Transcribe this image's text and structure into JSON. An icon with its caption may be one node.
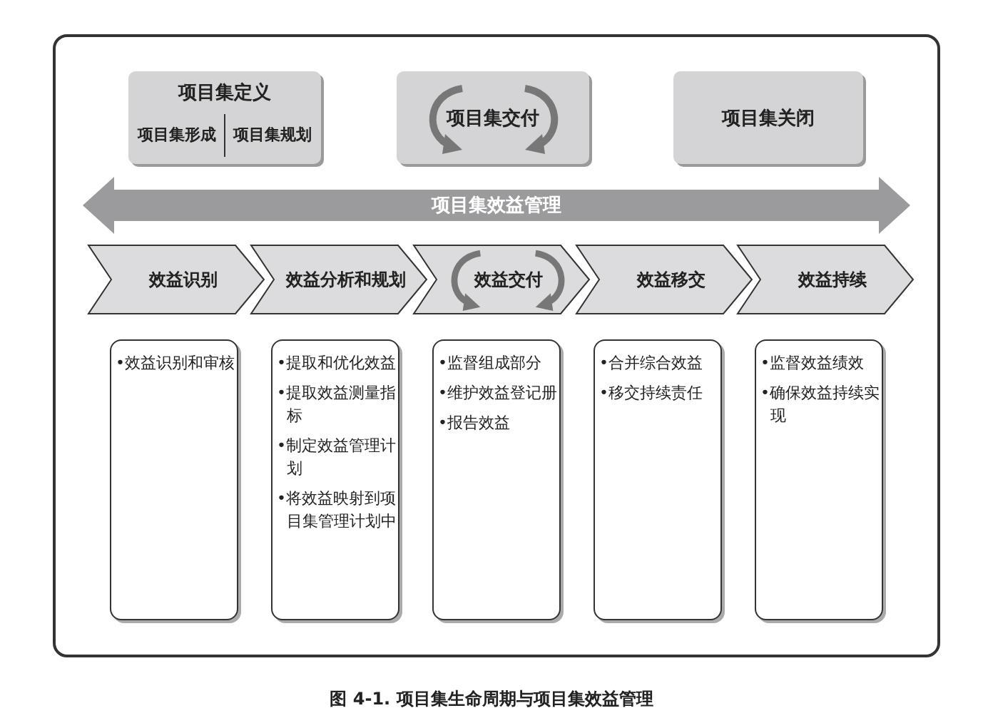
{
  "diagram": {
    "caption": "图 4-1. 项目集生命周期与项目集效益管理",
    "nodes": [
      {
        "text": [
          "项目集定义",
          "项目集形成",
          "项目集规划"
        ]
      },
      {
        "text": [
          "项目集交付"
        ]
      },
      {
        "text": [
          "项目集关闭"
        ]
      },
      {
        "text": [
          "项目集效益管理"
        ]
      },
      {
        "text": [
          "效益识别"
        ]
      },
      {
        "text": [
          "效益分析和规划"
        ]
      },
      {
        "text": [
          "效益交付"
        ]
      },
      {
        "text": [
          "效益移交"
        ]
      },
      {
        "text": [
          "效益持续"
        ]
      },
      {
        "text": [
          "•效益识别和审核"
        ]
      },
      {
        "text": [
          "•提取和优化效益",
          "•提取效益测量指标",
          "•制定效益管理计划",
          "•将效益映射到项目集管理计划中"
        ]
      },
      {
        "text": [
          "•监督组成部分",
          "•维护效益登记册",
          "•报告效益"
        ]
      },
      {
        "text": [
          "•合并综合效益",
          "•移交持续责任"
        ]
      },
      {
        "text": [
          "•监督效益绩效",
          "•确保效益持续实现"
        ]
      }
    ]
  }
}
